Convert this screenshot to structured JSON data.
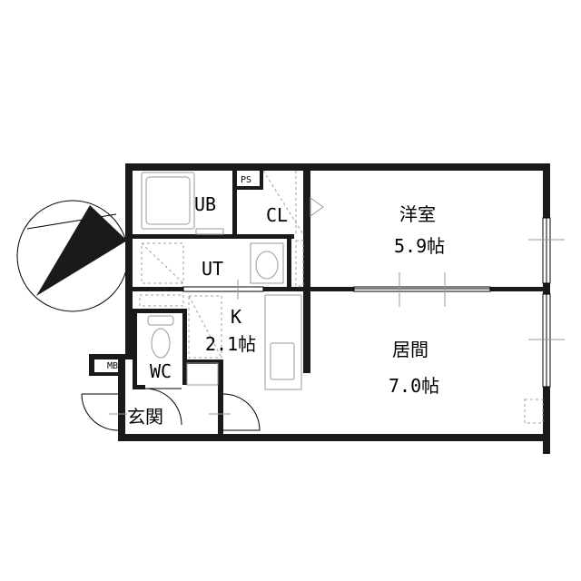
{
  "rooms": {
    "ub": "UB",
    "ps": "PS",
    "cl": "CL",
    "ut": "UT",
    "kitchen_name": "K",
    "kitchen_size": "2.1帖",
    "western_name": "洋室",
    "western_size": "5.9帖",
    "living_name": "居間",
    "living_size": "7.0帖",
    "mb": "MB",
    "wc": "WC",
    "entrance": "玄関"
  },
  "compass": {
    "icon": "north-arrow-icon"
  },
  "colors": {
    "wall": "#1a1a1a",
    "line": "#000000",
    "fixture": "#9a9a9a"
  }
}
